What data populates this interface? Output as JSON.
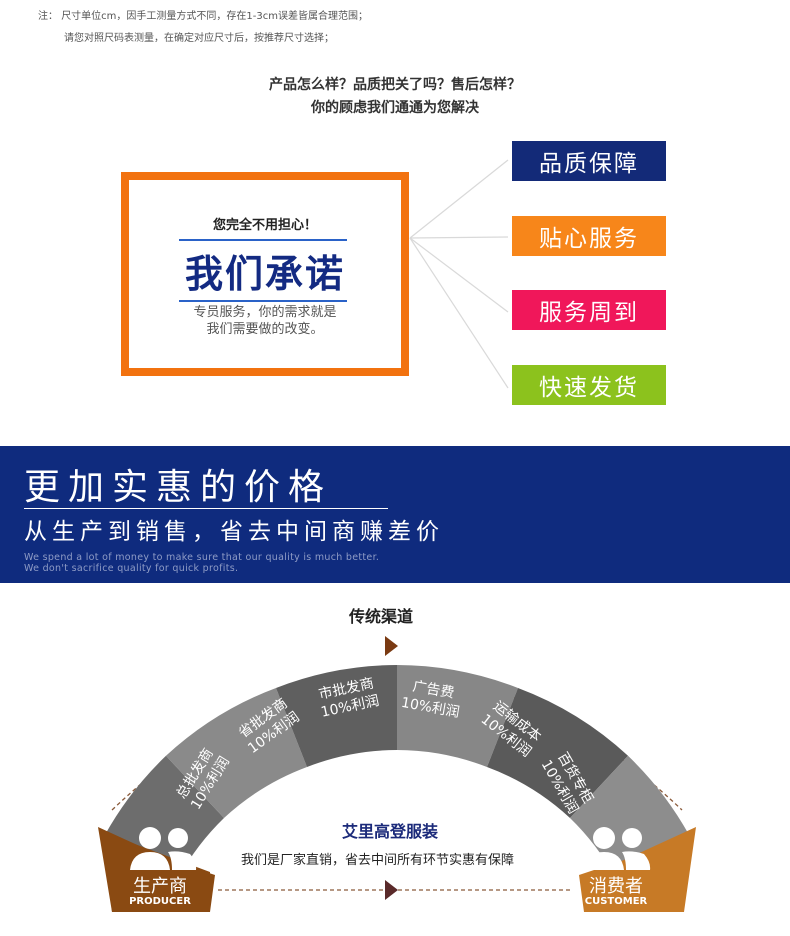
{
  "size_note": {
    "label": "注：",
    "line1": "尺寸单位cm，因手工测量方式不同，存在1-3cm误差皆属合理范围；",
    "line2": "请您对照尺码表测量，在确定对应尺寸后，按推荐尺寸选择；"
  },
  "questions": {
    "line1": "产品怎么样？品质把关了吗？售后怎样？",
    "line2": "你的顾虑我们通通为您解决"
  },
  "promise": {
    "subtitle": "您完全不用担心！",
    "title": "我们承诺",
    "desc_line1": "专员服务，你的需求就是",
    "desc_line2": "我们需要做的改变。",
    "border_color": "#f2720f",
    "title_color": "#132a82"
  },
  "tags": [
    {
      "label": "品质保障",
      "color": "#132a78"
    },
    {
      "label": "贴心服务",
      "color": "#f7861a"
    },
    {
      "label": "服务周到",
      "color": "#f0175a"
    },
    {
      "label": "快速发货",
      "color": "#8cc21d"
    }
  ],
  "banner": {
    "title": "更加实惠的价格",
    "subtitle": "从生产到销售，省去中间商赚差价",
    "en_line1": "We spend a lot of money to make sure that our quality is much better.",
    "en_line2": "We don't sacrifice quality for quick profits.",
    "bg_color": "#0f2b7e"
  },
  "channel": {
    "title": "传统渠道",
    "segments": [
      {
        "name": "总批发商",
        "profit": "10%利润"
      },
      {
        "name": "省批发商",
        "profit": "10%利润"
      },
      {
        "name": "市批发商",
        "profit": "10%利润"
      },
      {
        "name": "广告费",
        "profit": "10%利润"
      },
      {
        "name": "运输成本",
        "profit": "10%利润"
      },
      {
        "name": "百货专柜",
        "profit": "10%利润"
      }
    ],
    "producer": {
      "label": "生产商",
      "en": "PRODUCER",
      "color": "#8a4a12"
    },
    "customer": {
      "label": "消费者",
      "en": "CUSTOMER",
      "color": "#c77a26"
    },
    "brand": "艾里高登服装",
    "brand_desc": "我们是厂家直销，省去中间所有环节实惠有保障"
  }
}
